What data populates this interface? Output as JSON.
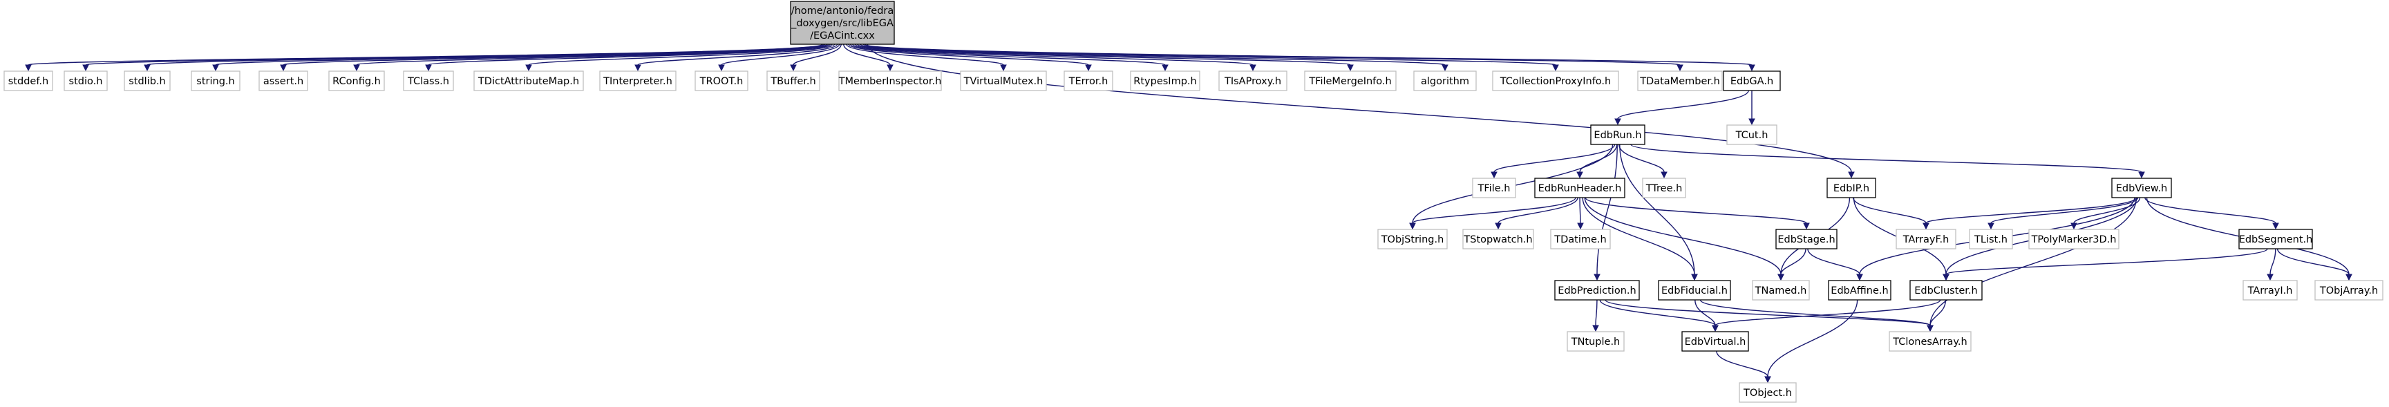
{
  "graph": {
    "nodes": [
      {
        "id": "root",
        "label": [
          "/home/antonio/fedra",
          "_doxygen/src/libEGA",
          "/EGACint.cxx"
        ],
        "kind": "root"
      },
      {
        "id": "stddef",
        "label": [
          "stddef.h"
        ],
        "kind": "ext"
      },
      {
        "id": "stdio",
        "label": [
          "stdio.h"
        ],
        "kind": "ext"
      },
      {
        "id": "stdlib",
        "label": [
          "stdlib.h"
        ],
        "kind": "ext"
      },
      {
        "id": "string",
        "label": [
          "string.h"
        ],
        "kind": "ext"
      },
      {
        "id": "assert",
        "label": [
          "assert.h"
        ],
        "kind": "ext"
      },
      {
        "id": "RConfig",
        "label": [
          "RConfig.h"
        ],
        "kind": "ext"
      },
      {
        "id": "TClass",
        "label": [
          "TClass.h"
        ],
        "kind": "ext"
      },
      {
        "id": "TDictAttributeMap",
        "label": [
          "TDictAttributeMap.h"
        ],
        "kind": "ext"
      },
      {
        "id": "TInterpreter",
        "label": [
          "TInterpreter.h"
        ],
        "kind": "ext"
      },
      {
        "id": "TROOT",
        "label": [
          "TROOT.h"
        ],
        "kind": "ext"
      },
      {
        "id": "TBuffer",
        "label": [
          "TBuffer.h"
        ],
        "kind": "ext"
      },
      {
        "id": "TMemberInspector",
        "label": [
          "TMemberInspector.h"
        ],
        "kind": "ext"
      },
      {
        "id": "TVirtualMutex",
        "label": [
          "TVirtualMutex.h"
        ],
        "kind": "ext"
      },
      {
        "id": "TError",
        "label": [
          "TError.h"
        ],
        "kind": "ext"
      },
      {
        "id": "RtypesImp",
        "label": [
          "RtypesImp.h"
        ],
        "kind": "ext"
      },
      {
        "id": "TIsAProxy",
        "label": [
          "TIsAProxy.h"
        ],
        "kind": "ext"
      },
      {
        "id": "TFileMergeInfo",
        "label": [
          "TFileMergeInfo.h"
        ],
        "kind": "ext"
      },
      {
        "id": "algorithm",
        "label": [
          "algorithm"
        ],
        "kind": "ext"
      },
      {
        "id": "TCollectionProxyInfo",
        "label": [
          "TCollectionProxyInfo.h"
        ],
        "kind": "ext"
      },
      {
        "id": "TDataMember",
        "label": [
          "TDataMember.h"
        ],
        "kind": "ext"
      },
      {
        "id": "EdbGA",
        "label": [
          "EdbGA.h"
        ],
        "kind": "doc"
      },
      {
        "id": "EdbIP",
        "label": [
          "EdbIP.h"
        ],
        "kind": "doc"
      },
      {
        "id": "TCut",
        "label": [
          "TCut.h"
        ],
        "kind": "ext"
      },
      {
        "id": "EdbRun",
        "label": [
          "EdbRun.h"
        ],
        "kind": "doc"
      },
      {
        "id": "TFile",
        "label": [
          "TFile.h"
        ],
        "kind": "ext"
      },
      {
        "id": "EdbRunHeader",
        "label": [
          "EdbRunHeader.h"
        ],
        "kind": "doc"
      },
      {
        "id": "TTree",
        "label": [
          "TTree.h"
        ],
        "kind": "ext"
      },
      {
        "id": "EdbView",
        "label": [
          "EdbView.h"
        ],
        "kind": "doc"
      },
      {
        "id": "TObjString",
        "label": [
          "TObjString.h"
        ],
        "kind": "ext"
      },
      {
        "id": "TStopwatch",
        "label": [
          "TStopwatch.h"
        ],
        "kind": "ext"
      },
      {
        "id": "TDatime",
        "label": [
          "TDatime.h"
        ],
        "kind": "ext"
      },
      {
        "id": "EdbStage",
        "label": [
          "EdbStage.h"
        ],
        "kind": "doc"
      },
      {
        "id": "TArrayF",
        "label": [
          "TArrayF.h"
        ],
        "kind": "ext"
      },
      {
        "id": "TList",
        "label": [
          "TList.h"
        ],
        "kind": "ext"
      },
      {
        "id": "TPolyMarker3D",
        "label": [
          "TPolyMarker3D.h"
        ],
        "kind": "ext"
      },
      {
        "id": "EdbSegment",
        "label": [
          "EdbSegment.h"
        ],
        "kind": "doc"
      },
      {
        "id": "EdbPrediction",
        "label": [
          "EdbPrediction.h"
        ],
        "kind": "doc"
      },
      {
        "id": "EdbFiducial",
        "label": [
          "EdbFiducial.h"
        ],
        "kind": "doc"
      },
      {
        "id": "TNamed",
        "label": [
          "TNamed.h"
        ],
        "kind": "ext"
      },
      {
        "id": "EdbAffine",
        "label": [
          "EdbAffine.h"
        ],
        "kind": "doc"
      },
      {
        "id": "EdbCluster",
        "label": [
          "EdbCluster.h"
        ],
        "kind": "doc"
      },
      {
        "id": "TArrayI",
        "label": [
          "TArrayI.h"
        ],
        "kind": "ext"
      },
      {
        "id": "TObjArray",
        "label": [
          "TObjArray.h"
        ],
        "kind": "ext"
      },
      {
        "id": "TNtuple",
        "label": [
          "TNtuple.h"
        ],
        "kind": "ext"
      },
      {
        "id": "EdbVirtual",
        "label": [
          "EdbVirtual.h"
        ],
        "kind": "doc"
      },
      {
        "id": "TClonesArray",
        "label": [
          "TClonesArray.h"
        ],
        "kind": "ext"
      },
      {
        "id": "TObject",
        "label": [
          "TObject.h"
        ],
        "kind": "ext"
      }
    ],
    "edges": [
      [
        "root",
        "stddef"
      ],
      [
        "root",
        "stdio"
      ],
      [
        "root",
        "stdlib"
      ],
      [
        "root",
        "string"
      ],
      [
        "root",
        "assert"
      ],
      [
        "root",
        "RConfig"
      ],
      [
        "root",
        "TClass"
      ],
      [
        "root",
        "TDictAttributeMap"
      ],
      [
        "root",
        "TInterpreter"
      ],
      [
        "root",
        "TROOT"
      ],
      [
        "root",
        "TBuffer"
      ],
      [
        "root",
        "TMemberInspector"
      ],
      [
        "root",
        "TVirtualMutex"
      ],
      [
        "root",
        "TError"
      ],
      [
        "root",
        "RtypesImp"
      ],
      [
        "root",
        "TIsAProxy"
      ],
      [
        "root",
        "TFileMergeInfo"
      ],
      [
        "root",
        "algorithm"
      ],
      [
        "root",
        "TCollectionProxyInfo"
      ],
      [
        "root",
        "TDataMember"
      ],
      [
        "root",
        "EdbGA"
      ],
      [
        "root",
        "EdbIP"
      ],
      [
        "EdbGA",
        "TCut"
      ],
      [
        "EdbGA",
        "EdbRun"
      ],
      [
        "EdbRun",
        "TFile"
      ],
      [
        "EdbRun",
        "EdbRunHeader"
      ],
      [
        "EdbRun",
        "TTree"
      ],
      [
        "EdbRun",
        "EdbView"
      ],
      [
        "EdbRun",
        "TObjString"
      ],
      [
        "EdbRun",
        "EdbPrediction"
      ],
      [
        "EdbRun",
        "EdbFiducial"
      ],
      [
        "EdbRunHeader",
        "TObjString"
      ],
      [
        "EdbRunHeader",
        "TStopwatch"
      ],
      [
        "EdbRunHeader",
        "TDatime"
      ],
      [
        "EdbRunHeader",
        "EdbStage"
      ],
      [
        "EdbRunHeader",
        "EdbFiducial"
      ],
      [
        "EdbRunHeader",
        "TNamed"
      ],
      [
        "EdbIP",
        "TArrayF"
      ],
      [
        "EdbIP",
        "TNamed"
      ],
      [
        "EdbIP",
        "EdbCluster"
      ],
      [
        "EdbView",
        "TArrayF"
      ],
      [
        "EdbView",
        "TList"
      ],
      [
        "EdbView",
        "TPolyMarker3D"
      ],
      [
        "EdbView",
        "EdbSegment"
      ],
      [
        "EdbView",
        "TObjArray"
      ],
      [
        "EdbView",
        "EdbAffine"
      ],
      [
        "EdbView",
        "EdbCluster"
      ],
      [
        "EdbView",
        "TClonesArray"
      ],
      [
        "EdbStage",
        "TNamed"
      ],
      [
        "EdbStage",
        "EdbAffine"
      ],
      [
        "EdbSegment",
        "TArrayI"
      ],
      [
        "EdbSegment",
        "TObjArray"
      ],
      [
        "EdbSegment",
        "EdbCluster"
      ],
      [
        "EdbPrediction",
        "TNtuple"
      ],
      [
        "EdbPrediction",
        "EdbVirtual"
      ],
      [
        "EdbPrediction",
        "TClonesArray"
      ],
      [
        "EdbFiducial",
        "EdbVirtual"
      ],
      [
        "EdbFiducial",
        "TClonesArray"
      ],
      [
        "EdbAffine",
        "TObject"
      ],
      [
        "EdbCluster",
        "EdbVirtual"
      ],
      [
        "EdbCluster",
        "TClonesArray"
      ],
      [
        "EdbVirtual",
        "TObject"
      ]
    ]
  },
  "colors": {
    "edge": "#191970",
    "root_fill": "#bfbfbf",
    "ext_border": "#bfbfbf",
    "doc_border": "#000000"
  }
}
